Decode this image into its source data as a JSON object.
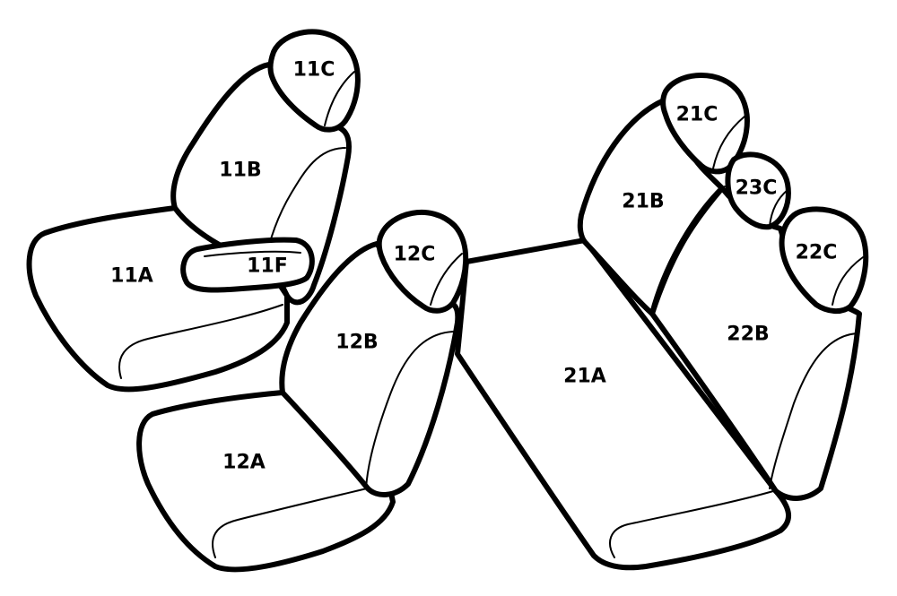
{
  "labels": {
    "s11a": "11A",
    "s11b": "11B",
    "s11c": "11C",
    "s11f": "11F",
    "s12a": "12A",
    "s12b": "12B",
    "s12c": "12C",
    "s21a": "21A",
    "s21b": "21B",
    "s21c": "21C",
    "s22b": "22B",
    "s22c": "22C",
    "s23c": "23C"
  },
  "colors": {
    "outline": "#000000",
    "fill": "#ffffff"
  }
}
